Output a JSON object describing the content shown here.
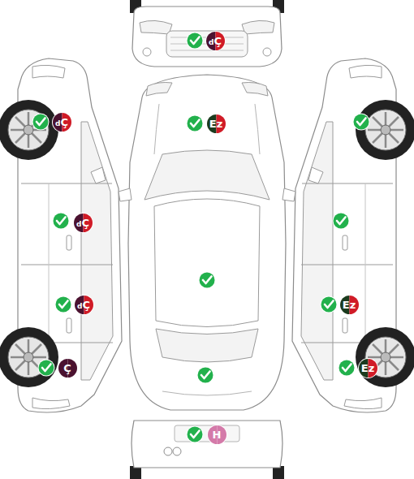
{
  "diagram": {
    "nodes": [
      {
        "text": [
          "dÇ"
        ]
      },
      {
        "text": [
          "dÇ"
        ]
      },
      {
        "text": [
          "Ez"
        ]
      },
      {
        "text": [
          "dÇ"
        ]
      },
      {
        "text": [
          "dÇ"
        ]
      },
      {
        "text": [
          "Ez"
        ]
      },
      {
        "text": [
          "Ç"
        ]
      },
      {
        "text": [
          "Ez"
        ]
      },
      {
        "text": [
          "H"
        ]
      }
    ]
  }
}
